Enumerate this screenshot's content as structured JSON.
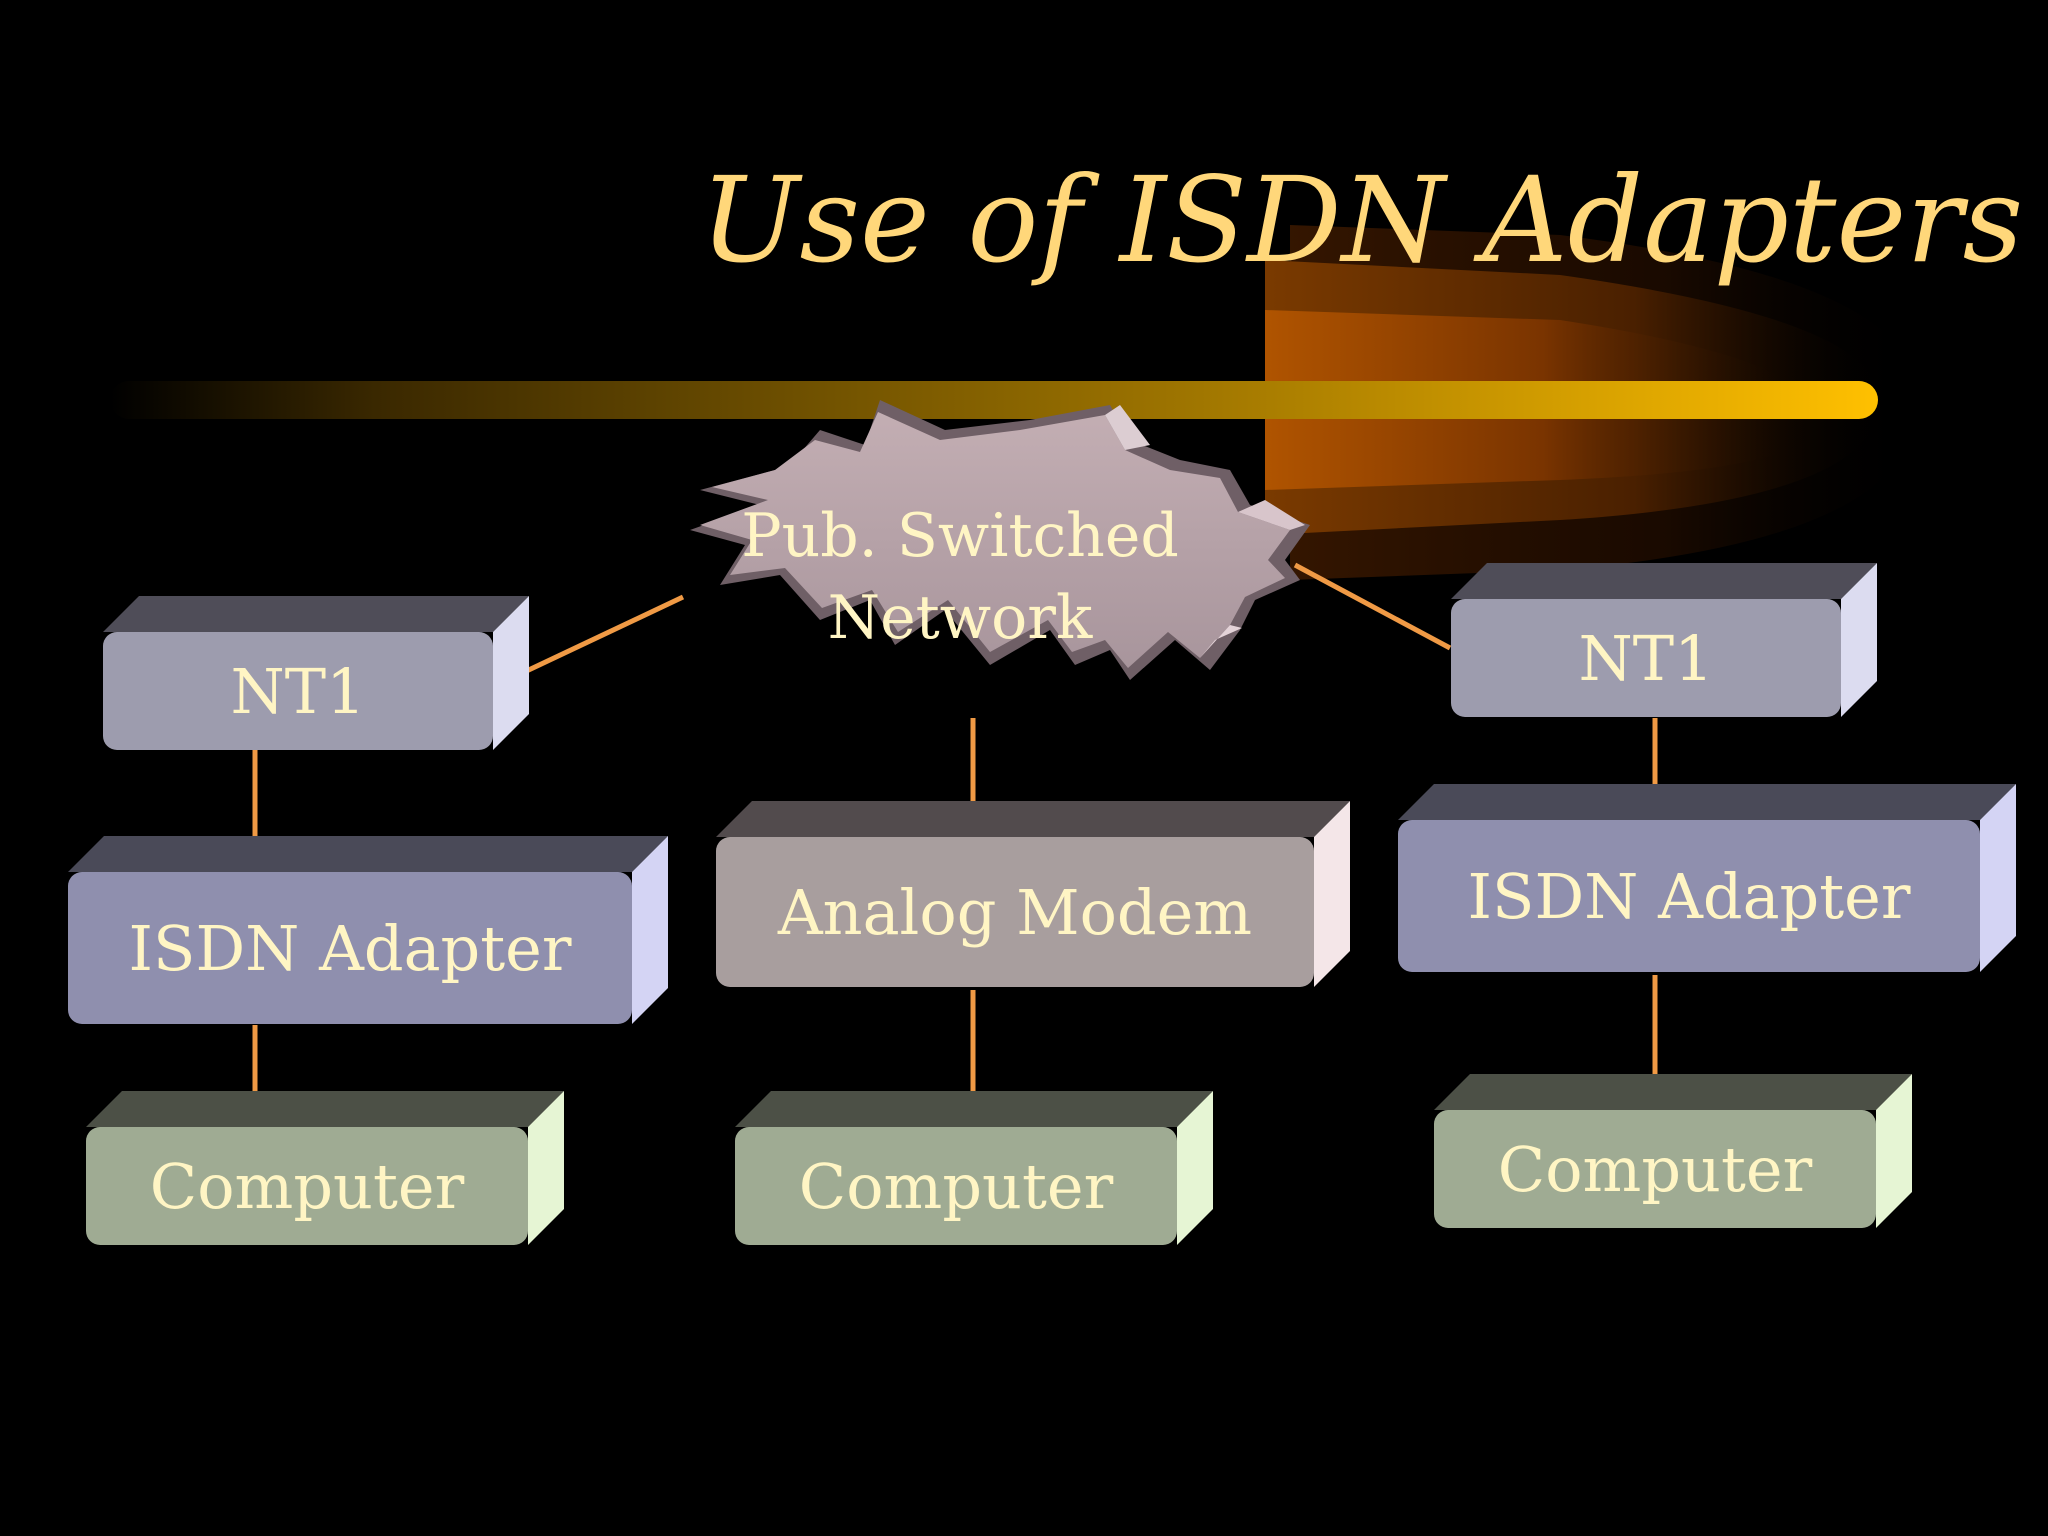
{
  "slide": {
    "title": "Use of ISDN Adapters",
    "colors": {
      "background": "#000000",
      "title": "#ffd77a",
      "label_text": "#fff5c4",
      "connector": "#f09a45",
      "nt1": "#9d9cae",
      "isdn_adapter": "#8f8fae",
      "analog_modem": "#a89e9e",
      "computer": "#9fab93",
      "cloud": "#b6a1a7"
    }
  },
  "diagram": {
    "cloud": {
      "line1": "Pub. Switched",
      "line2": "Network"
    },
    "left": {
      "nt1": "NT1",
      "adapter": "ISDN Adapter",
      "computer": "Computer"
    },
    "center": {
      "modem": "Analog Modem",
      "computer": "Computer"
    },
    "right": {
      "nt1": "NT1",
      "adapter": "ISDN Adapter",
      "computer": "Computer"
    }
  }
}
